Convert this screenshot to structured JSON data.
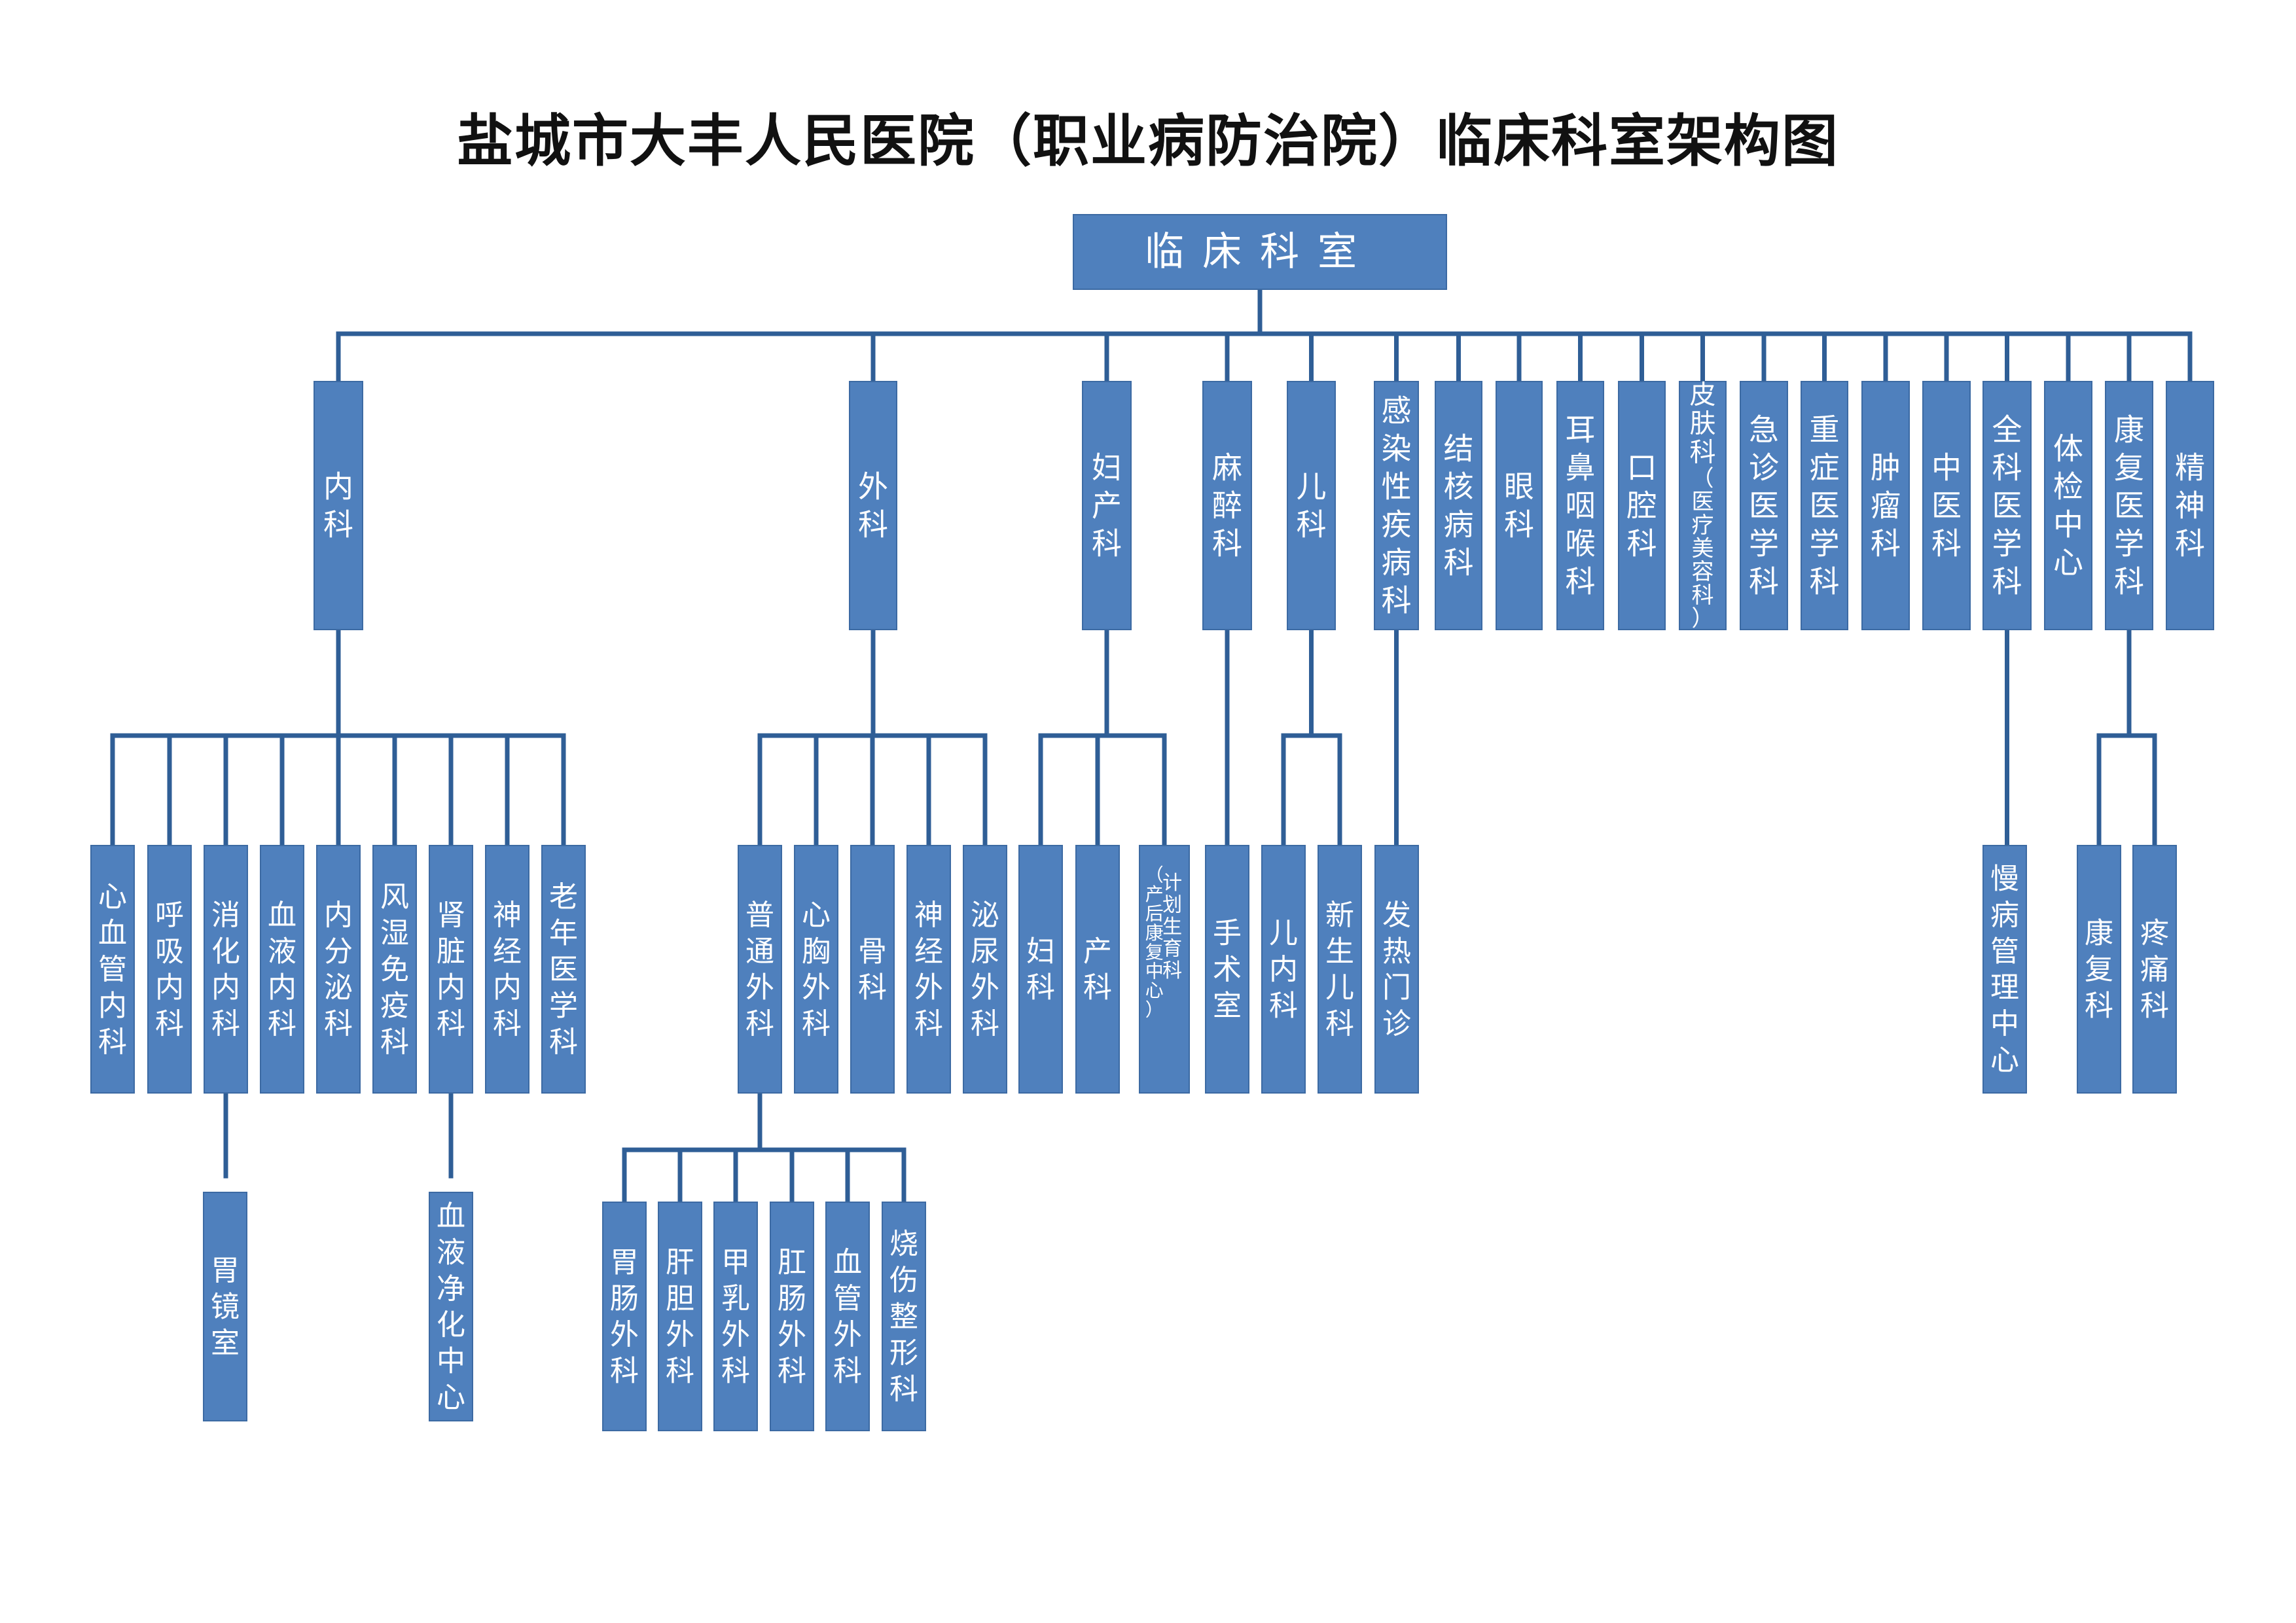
{
  "title": "盐城市大丰人民医院（职业病防治院）临床科室架构图",
  "colors": {
    "box": "#4f80bd",
    "box_border": "#3c6aa3",
    "line": "#2f5e96",
    "text": "#ffffff"
  },
  "root": "临床科室",
  "departments": [
    {
      "id": "neike",
      "label": "内科",
      "children": [
        {
          "id": "xinxueguan",
          "label": "心血管内科"
        },
        {
          "id": "huxi",
          "label": "呼吸内科"
        },
        {
          "id": "xiaohua",
          "label": "消化内科",
          "children": [
            {
              "id": "weijing",
              "label": "胃镜室"
            }
          ]
        },
        {
          "id": "xueye",
          "label": "血液内科"
        },
        {
          "id": "neifenmi",
          "label": "内分泌科"
        },
        {
          "id": "fengshi",
          "label": "风湿免疫科"
        },
        {
          "id": "shenzang",
          "label": "肾脏内科",
          "children": [
            {
              "id": "xueyejinghua",
              "label": "血液净化中心"
            }
          ]
        },
        {
          "id": "shenjingnei",
          "label": "神经内科"
        },
        {
          "id": "laonian",
          "label": "老年医学科"
        }
      ]
    },
    {
      "id": "waike",
      "label": "外科",
      "children": [
        {
          "id": "putong",
          "label": "普通外科",
          "children": [
            {
              "id": "weichang",
              "label": "胃肠外科"
            },
            {
              "id": "gandan",
              "label": "肝胆外科"
            },
            {
              "id": "jiaru",
              "label": "甲乳外科"
            },
            {
              "id": "gangchang",
              "label": "肛肠外科"
            },
            {
              "id": "xueguan",
              "label": "血管外科"
            },
            {
              "id": "shaoshang",
              "label": "烧伤整形科"
            }
          ]
        },
        {
          "id": "xinxiong",
          "label": "心胸外科"
        },
        {
          "id": "guke",
          "label": "骨科"
        },
        {
          "id": "shenjingwai",
          "label": "神经外科"
        },
        {
          "id": "miniao",
          "label": "泌尿外科"
        }
      ]
    },
    {
      "id": "fuchan",
      "label": "妇产科",
      "children": [
        {
          "id": "fuke",
          "label": "妇科"
        },
        {
          "id": "chanke",
          "label": "产科"
        },
        {
          "id": "jihua",
          "label": "计划生育科",
          "sublabel": "（产后康复中心）"
        }
      ]
    },
    {
      "id": "mazui",
      "label": "麻醉科",
      "children": [
        {
          "id": "shoushu",
          "label": "手术室"
        }
      ]
    },
    {
      "id": "erke",
      "label": "儿科",
      "children": [
        {
          "id": "ernei",
          "label": "儿内科"
        },
        {
          "id": "xinsheng",
          "label": "新生儿科"
        }
      ]
    },
    {
      "id": "ganran",
      "label": "感染性疾病科",
      "children": [
        {
          "id": "fare",
          "label": "发热门诊"
        }
      ]
    },
    {
      "id": "jiehe",
      "label": "结核病科"
    },
    {
      "id": "yanke",
      "label": "眼科"
    },
    {
      "id": "erbi",
      "label": "耳鼻咽喉科"
    },
    {
      "id": "kouqiang",
      "label": "口腔科"
    },
    {
      "id": "pifu",
      "label": "皮肤科",
      "sublabel": "（医疗美容科）"
    },
    {
      "id": "jizhen",
      "label": "急诊医学科"
    },
    {
      "id": "zhongzheng",
      "label": "重症医学科"
    },
    {
      "id": "zhongliu",
      "label": "肿瘤科"
    },
    {
      "id": "zhongyi",
      "label": "中医科"
    },
    {
      "id": "quanke",
      "label": "全科医学科",
      "children": [
        {
          "id": "manbing",
          "label": "慢病管理中心"
        }
      ]
    },
    {
      "id": "tijian",
      "label": "体检中心"
    },
    {
      "id": "kangfuyx",
      "label": "康复医学科",
      "children": [
        {
          "id": "kangfu",
          "label": "康复科"
        },
        {
          "id": "tengtong",
          "label": "疼痛科"
        }
      ]
    },
    {
      "id": "jingshen",
      "label": "精神科"
    }
  ]
}
